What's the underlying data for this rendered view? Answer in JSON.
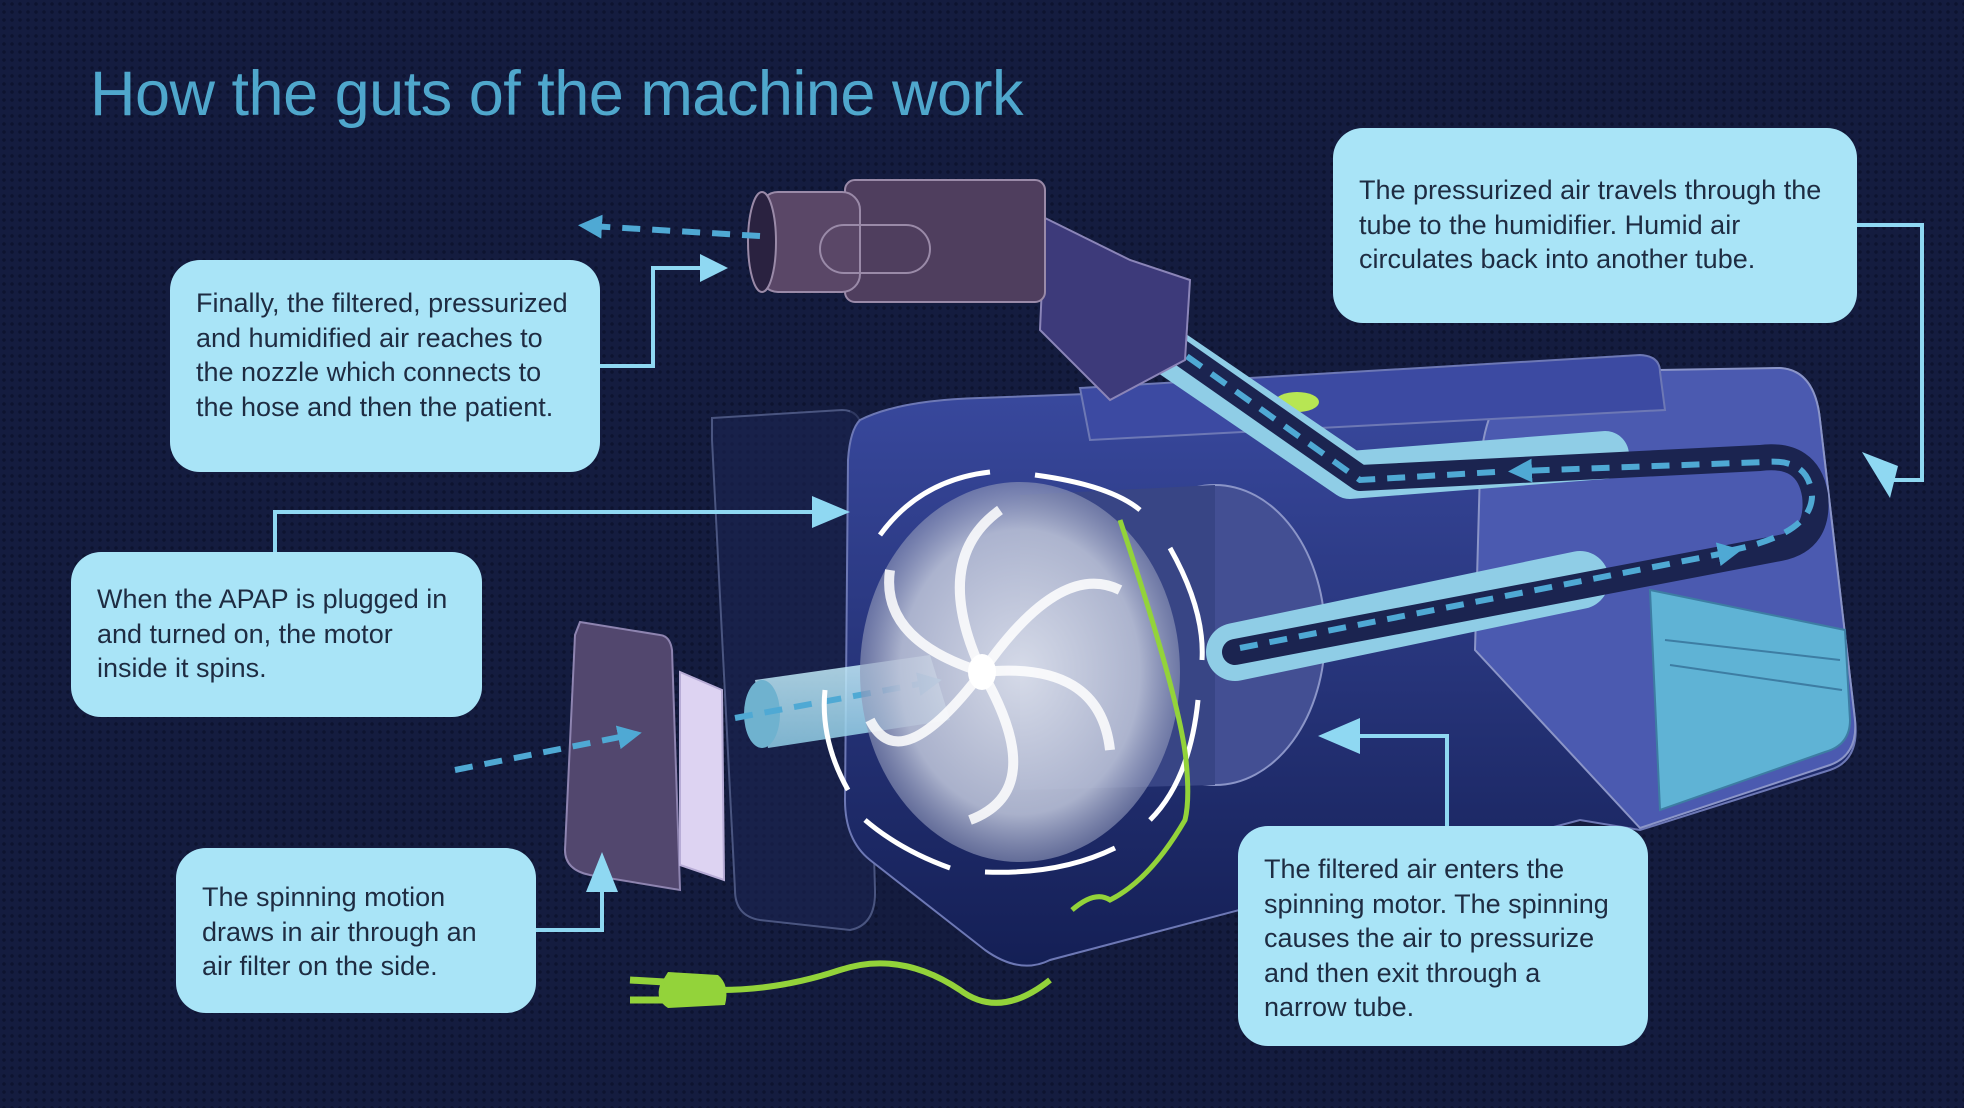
{
  "title": "How the guts of the machine work",
  "callouts": {
    "nozzle": "Finally, the filtered, pressurized and humidified air reaches to the nozzle which connects to the hose and then the patient.",
    "motor": "When the APAP is plugged in and turned on, the motor inside it spins.",
    "filter": "The spinning motion draws in air through an air filter on the side.",
    "tube": "The pressurized air travels through the tube to the humidifier. Humid air circulates back into another tube.",
    "spin": "The filtered air enters the spinning motor. The spinning causes the air to pressurize and then exit through a narrow tube."
  },
  "colors": {
    "background": "#141c3f",
    "title": "#4fa7cc",
    "callout_fill": "#a9e4f7",
    "callout_text": "#1e2c42",
    "connector": "#8fd8f2",
    "airflow_arrow": "#4fa9d4",
    "power_cord": "#93d33a",
    "machine_body": "#2c3a85"
  }
}
